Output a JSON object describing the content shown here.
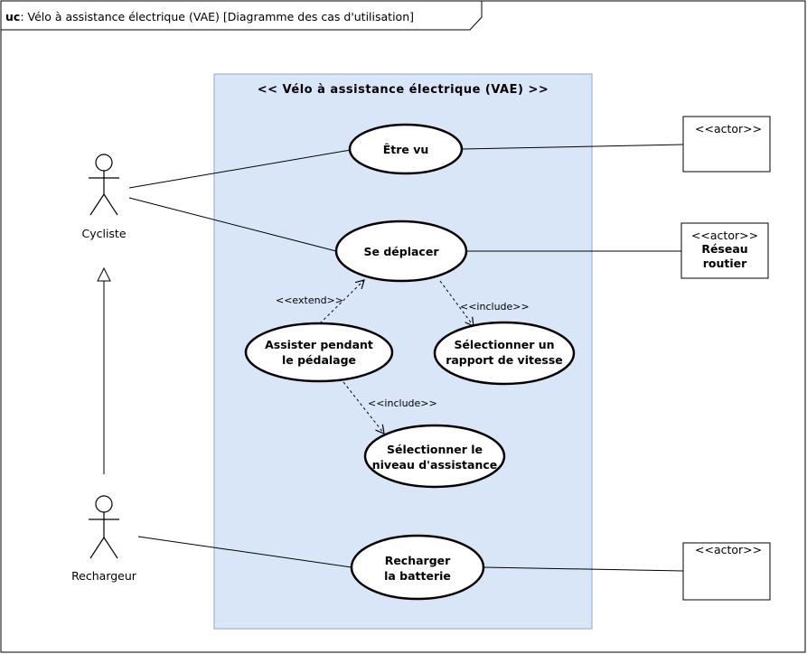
{
  "frame": {
    "keyword": "uc",
    "title": "Vélo à assistance électrique (VAE) [Diagramme des cas d'utilisation]"
  },
  "system": {
    "title": "<< Vélo à assistance électrique (VAE) >>"
  },
  "actors": {
    "cycliste": "Cycliste",
    "rechargeur": "Rechargeur"
  },
  "use_cases": {
    "etre_vu": [
      "Être vu"
    ],
    "se_deplacer": [
      "Se déplacer"
    ],
    "assister": [
      "Assister pendant",
      "le pédalage"
    ],
    "selectionner_rapport": [
      "Sélectionner un",
      "rapport de vitesse"
    ],
    "selectionner_niveau": [
      "Sélectionner le",
      "niveau d'assistance"
    ],
    "recharger": [
      "Recharger",
      "la batterie"
    ]
  },
  "external_actors": {
    "top": {
      "stereotype": "<<actor>>",
      "name": ""
    },
    "reseau": {
      "stereotype": "<<actor>>",
      "name": [
        "Réseau",
        "routier"
      ]
    },
    "bottom": {
      "stereotype": "<<actor>>",
      "name": ""
    }
  },
  "relations": {
    "extend": "<<extend>>",
    "include_rapport": "<<include>>",
    "include_niveau": "<<include>>"
  },
  "colors": {
    "system_fill": "#d8e6f8",
    "system_stroke": "#8aa8cc",
    "line": "#000000"
  }
}
